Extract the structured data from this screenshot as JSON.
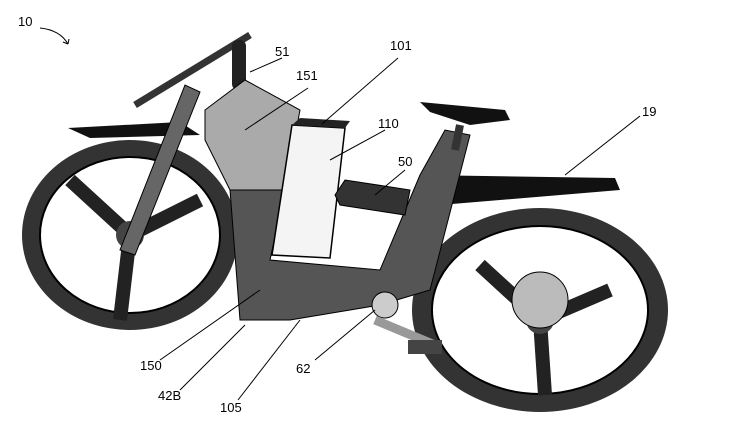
{
  "figure": {
    "reference_labels": {
      "overall": "10",
      "mirror": "51",
      "battery_top": "101",
      "side_panel": "151",
      "battery": "110",
      "footrest": "50",
      "rear_fender": "19",
      "lower_frame": "150",
      "frame_edge": "42B",
      "base": "105",
      "crank": "62"
    },
    "colors": {
      "ink": "#000000",
      "gray": "#9a9a9a",
      "dark": "#2a2a2a",
      "light": "#f4f4f4"
    }
  }
}
